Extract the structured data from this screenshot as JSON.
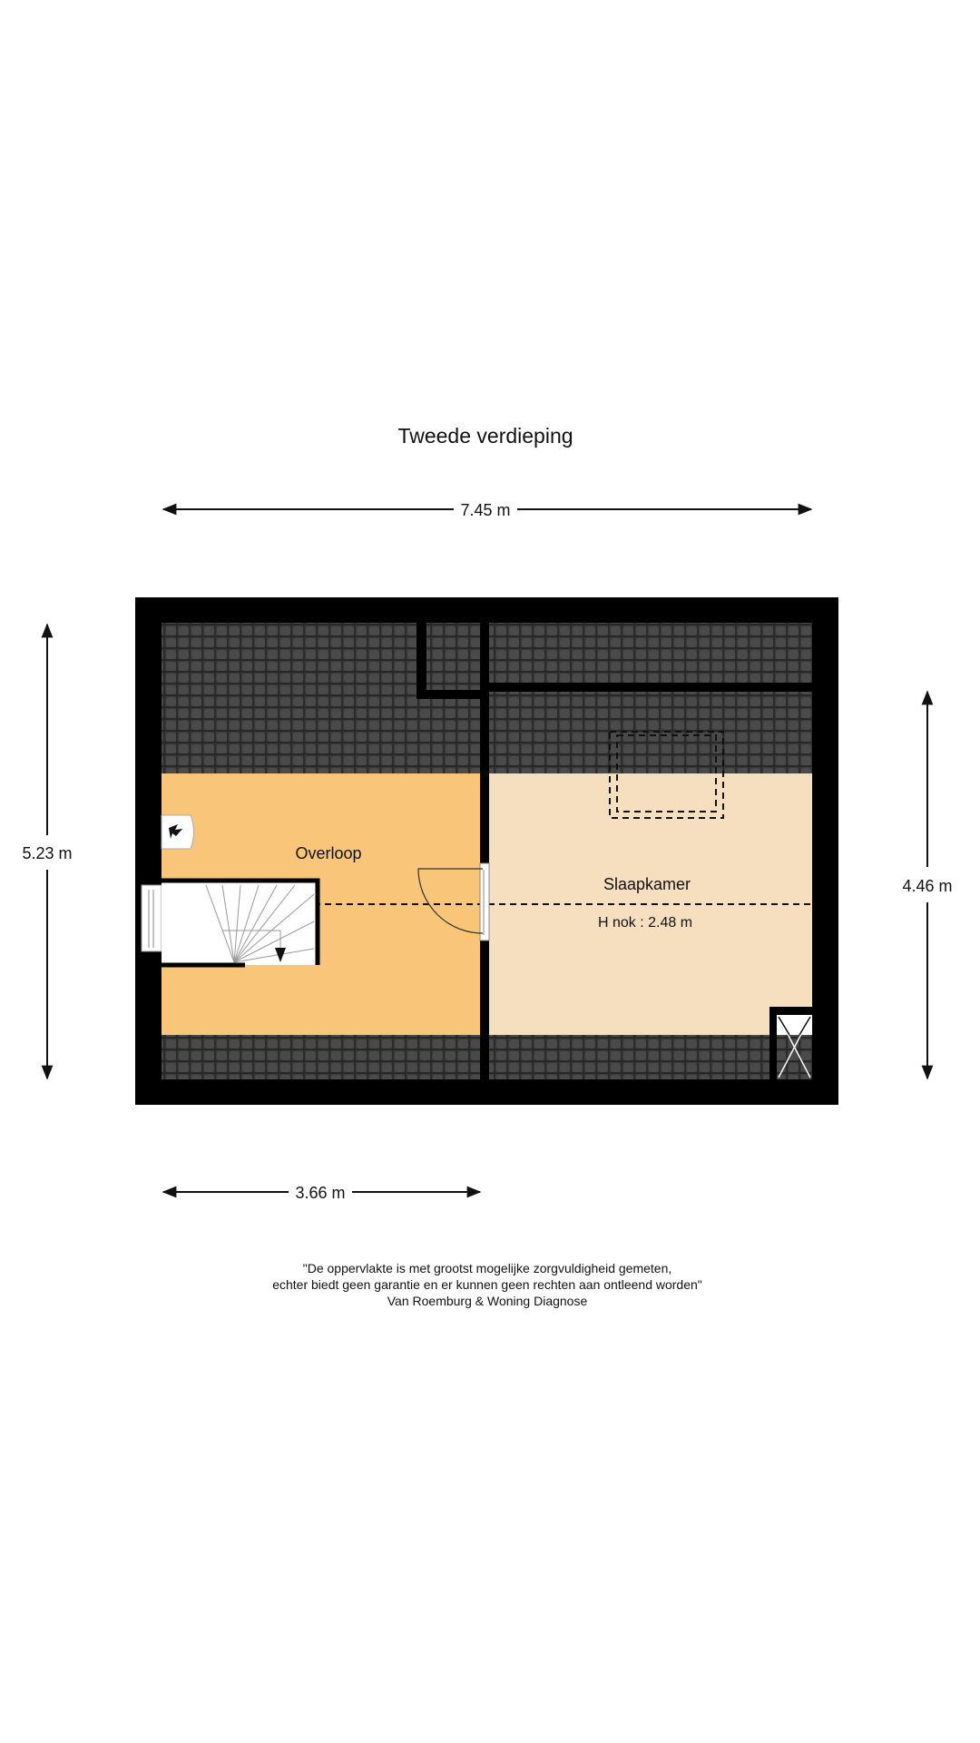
{
  "title": "Tweede verdieping",
  "dimensions": {
    "top_width": "7.45 m",
    "left_height": "5.23 m",
    "right_height": "4.46 m",
    "bottom_width": "3.66 m"
  },
  "rooms": [
    {
      "name": "Overloop",
      "color": "#f9c578"
    },
    {
      "name": "Slaapkamer",
      "color": "#f6dfbf",
      "ridge_height": "H nok : 2.48 m"
    }
  ],
  "disclaimer": {
    "line1": "\"De oppervlakte is met grootst mogelijke zorgvuldigheid gemeten,",
    "line2": "echter biedt geen garantie en er kunnen geen rechten aan ontleend worden\"",
    "line3": "Van Roemburg & Woning Diagnose"
  },
  "colors": {
    "wall": "#000000",
    "roof": "#3a3a3a"
  }
}
